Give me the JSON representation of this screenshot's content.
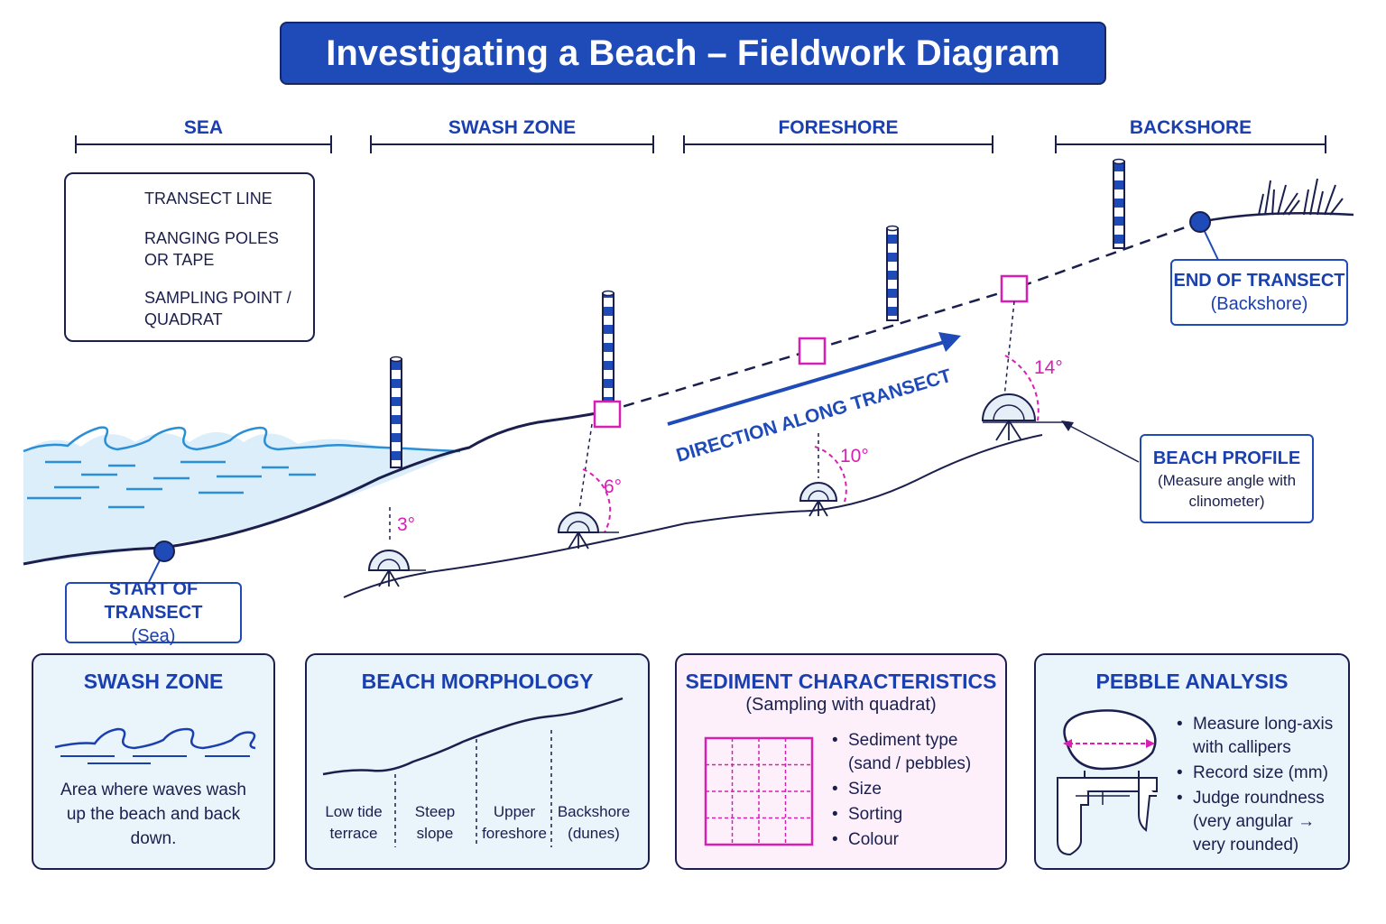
{
  "title": "Investigating a Beach – Fieldwork Diagram",
  "zones": [
    "SEA",
    "SWASH ZONE",
    "FORESHORE",
    "BACKSHORE"
  ],
  "legend": {
    "transect": "TRANSECT LINE",
    "poles": "RANGING POLES\nOR TAPE",
    "sampling": "SAMPLING POINT /\nQUADRAT"
  },
  "angles": [
    "3°",
    "6°",
    "10°",
    "14°"
  ],
  "direction_label": "DIRECTION ALONG TRANSECT",
  "start": {
    "title": "START OF TRANSECT",
    "sub": "(Sea)"
  },
  "end": {
    "title": "END OF TRANSECT",
    "sub": "(Backshore)"
  },
  "profile": {
    "title": "BEACH PROFILE",
    "sub": "(Measure angle with clinometer)"
  },
  "panels": {
    "swash": {
      "title": "SWASH ZONE",
      "body": "Area where waves wash up the beach and back down."
    },
    "morphology": {
      "title": "BEACH MORPHOLOGY",
      "labels": [
        "Low tide\nterrace",
        "Steep\nslope",
        "Upper\nforeshore",
        "Backshore\n(dunes)"
      ]
    },
    "sediment": {
      "title": "SEDIMENT CHARACTERISTICS",
      "sub": "(Sampling with quadrat)",
      "bullets": [
        "Sediment type\n(sand / pebbles)",
        "Size",
        "Sorting",
        "Colour"
      ]
    },
    "pebble": {
      "title": "PEBBLE ANALYSIS",
      "bullets": [
        "Measure long-axis\nwith callipers",
        "Record size (mm)",
        "Judge roundness\n(very angular →\nvery rounded)"
      ]
    }
  },
  "colors": {
    "navy": "#1a1f4d",
    "blue": "#1f4bb8",
    "sea": "#dbeefa",
    "wave": "#2b8fd6",
    "magenta": "#d81fb4",
    "pole": "#1f4bb8"
  }
}
